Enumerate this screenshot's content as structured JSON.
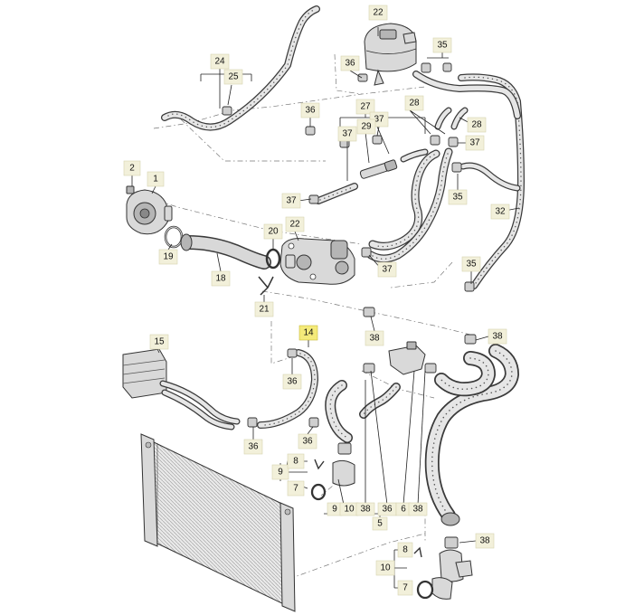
{
  "labels": [
    {
      "id": "l22a",
      "text": "22"
    },
    {
      "id": "l35a",
      "text": "35"
    },
    {
      "id": "l36a",
      "text": "36"
    },
    {
      "id": "l24",
      "text": "24"
    },
    {
      "id": "l25",
      "text": "25"
    },
    {
      "id": "l36b",
      "text": "36"
    },
    {
      "id": "l27",
      "text": "27"
    },
    {
      "id": "l28a",
      "text": "28"
    },
    {
      "id": "l37a",
      "text": "37"
    },
    {
      "id": "l37b",
      "text": "37"
    },
    {
      "id": "l29",
      "text": "29"
    },
    {
      "id": "l28b",
      "text": "28"
    },
    {
      "id": "l37c",
      "text": "37"
    },
    {
      "id": "l2",
      "text": "2"
    },
    {
      "id": "l1",
      "text": "1"
    },
    {
      "id": "l35b",
      "text": "35"
    },
    {
      "id": "l37d",
      "text": "37"
    },
    {
      "id": "l32",
      "text": "32"
    },
    {
      "id": "l20",
      "text": "20"
    },
    {
      "id": "l22b",
      "text": "22"
    },
    {
      "id": "l19",
      "text": "19"
    },
    {
      "id": "l18",
      "text": "18"
    },
    {
      "id": "l37e",
      "text": "37"
    },
    {
      "id": "l35c",
      "text": "35"
    },
    {
      "id": "l21",
      "text": "21"
    },
    {
      "id": "l14",
      "text": "14",
      "highlight": true
    },
    {
      "id": "l38a",
      "text": "38"
    },
    {
      "id": "l15",
      "text": "15"
    },
    {
      "id": "l38b",
      "text": "38"
    },
    {
      "id": "l36c",
      "text": "36"
    },
    {
      "id": "l36d",
      "text": "36"
    },
    {
      "id": "l36e",
      "text": "36"
    },
    {
      "id": "l9a",
      "text": "9"
    },
    {
      "id": "l8a",
      "text": "8"
    },
    {
      "id": "l7a",
      "text": "7"
    },
    {
      "id": "l9b",
      "text": "9"
    },
    {
      "id": "l10a",
      "text": "10"
    },
    {
      "id": "l38c",
      "text": "38"
    },
    {
      "id": "l36f",
      "text": "36"
    },
    {
      "id": "l6",
      "text": "6"
    },
    {
      "id": "l38d",
      "text": "38"
    },
    {
      "id": "l5",
      "text": "5"
    },
    {
      "id": "l38e",
      "text": "38"
    },
    {
      "id": "l8b",
      "text": "8"
    },
    {
      "id": "l10b",
      "text": "10"
    },
    {
      "id": "l7b",
      "text": "7"
    }
  ],
  "colors": {
    "label_background": "#f2f0da",
    "highlight_background": "#f4ea7a",
    "line": "#222222"
  }
}
